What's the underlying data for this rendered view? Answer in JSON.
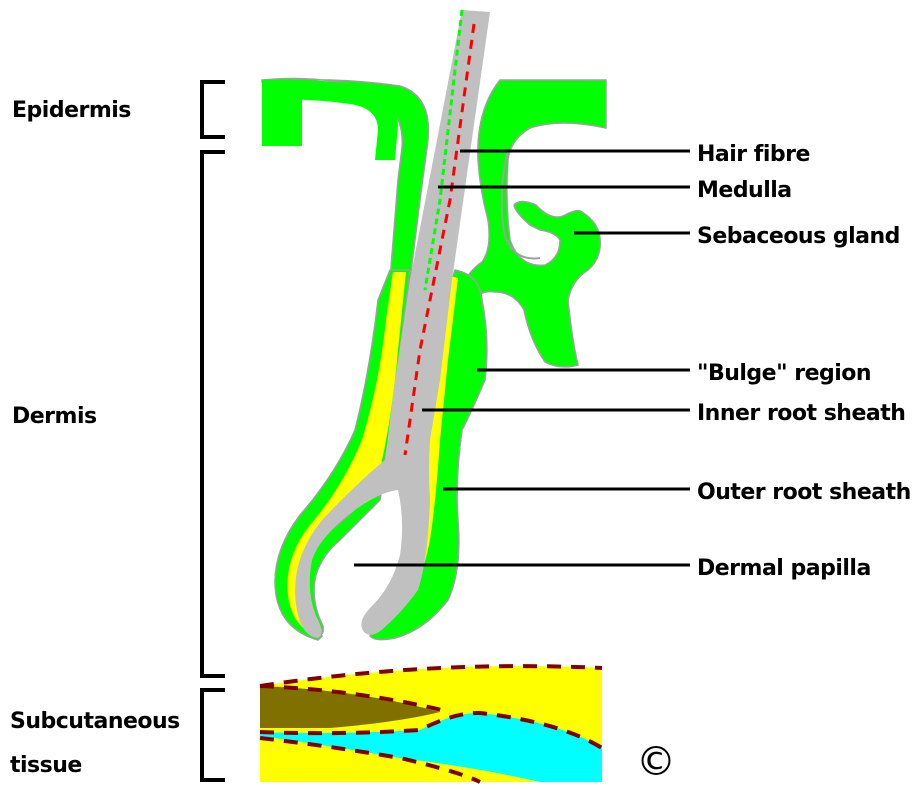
{
  "regions": {
    "epidermis": "Epidermis",
    "dermis": "Dermis",
    "subcutaneous_line1": "Subcutaneous",
    "subcutaneous_line2": "tissue"
  },
  "labels": {
    "hair_fibre": "Hair fibre",
    "medulla": "Medulla",
    "sebaceous_gland": "Sebaceous gland",
    "bulge_region": "\"Bulge\" region",
    "inner_root_sheath": "Inner root sheath",
    "outer_root_sheath": "Outer root sheath",
    "dermal_papilla": "Dermal papilla"
  },
  "copyright_symbol": "©",
  "colors": {
    "outer_sheath_green": "#00ff00",
    "inner_sheath_yellow": "#ffff00",
    "hair_gray": "#c0c0c0",
    "medulla_red": "#ff0000",
    "fat_yellow": "#ffff00",
    "muscle_olive": "#807000",
    "cyan_layer": "#00ffff",
    "dashed_boundary": "#800000"
  }
}
